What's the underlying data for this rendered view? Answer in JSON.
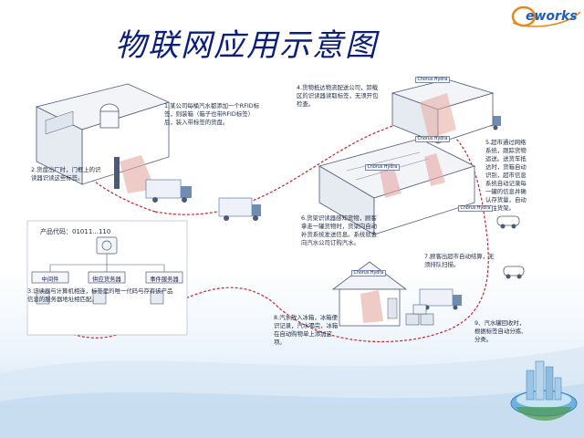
{
  "header": {
    "title": "物联网应用示意图",
    "logo_text": "eworks"
  },
  "diagram": {
    "steps": [
      {
        "id": "1",
        "text": "1.某公司每桶汽水都添加一个RFID标签，则装箱（箱子也带RFID标签）后，装入带标签的货盘。"
      },
      {
        "id": "2",
        "text": "2.货盘出厂时，门框上的识读器识读这些标签。"
      },
      {
        "id": "3",
        "text": "3.识读器与计算机相连，标签里的唯一代码与存有该产品信息的服务器地址相匹配。"
      },
      {
        "id": "4",
        "text": "4.货物抵达物流配送公司，卸载区的识读器读取标签，无须开包检查。"
      },
      {
        "id": "5",
        "text": "5.超市通过网络系统，跟踪货物运送。送货车抵达时，货箱自动识别，超市信息系统自动记录每一罐的信息并确认存货量，自动送往货架。"
      },
      {
        "id": "6",
        "text": "6.货架识读器感知货物，顾客拿走一罐货物时，货架向自动补货系统发送信息。系统就会向汽水公司订购汽水。"
      },
      {
        "id": "7",
        "text": "7.顾客出超市自动结算，无须排队扫描。"
      },
      {
        "id": "8",
        "text": "8.汽水放入冰箱，冰箱便识记录，汽水喝完，冰箱在自动购物单上添加这项。"
      },
      {
        "id": "9",
        "text": "9、汽水罐回收时，根据标签自动分拣、分类。"
      }
    ],
    "product_code_label": "产品代码：01011...110",
    "server_boxes": [
      "中间件",
      "供应货务器",
      "事件服务器"
    ],
    "tags": [
      "Chorus Hydra",
      "Chorus Hydra",
      "Chorus Hydra",
      "Chorus Hydra",
      "Chorus Hydra"
    ]
  },
  "colors": {
    "title": "#0b1f7a",
    "route": "#c4262e",
    "building": "#4d5a73",
    "truck": "#6f8cb3",
    "beam": "#e5a9a2"
  },
  "icons": [
    "eworks-logo-icon",
    "globe-city-icon"
  ]
}
